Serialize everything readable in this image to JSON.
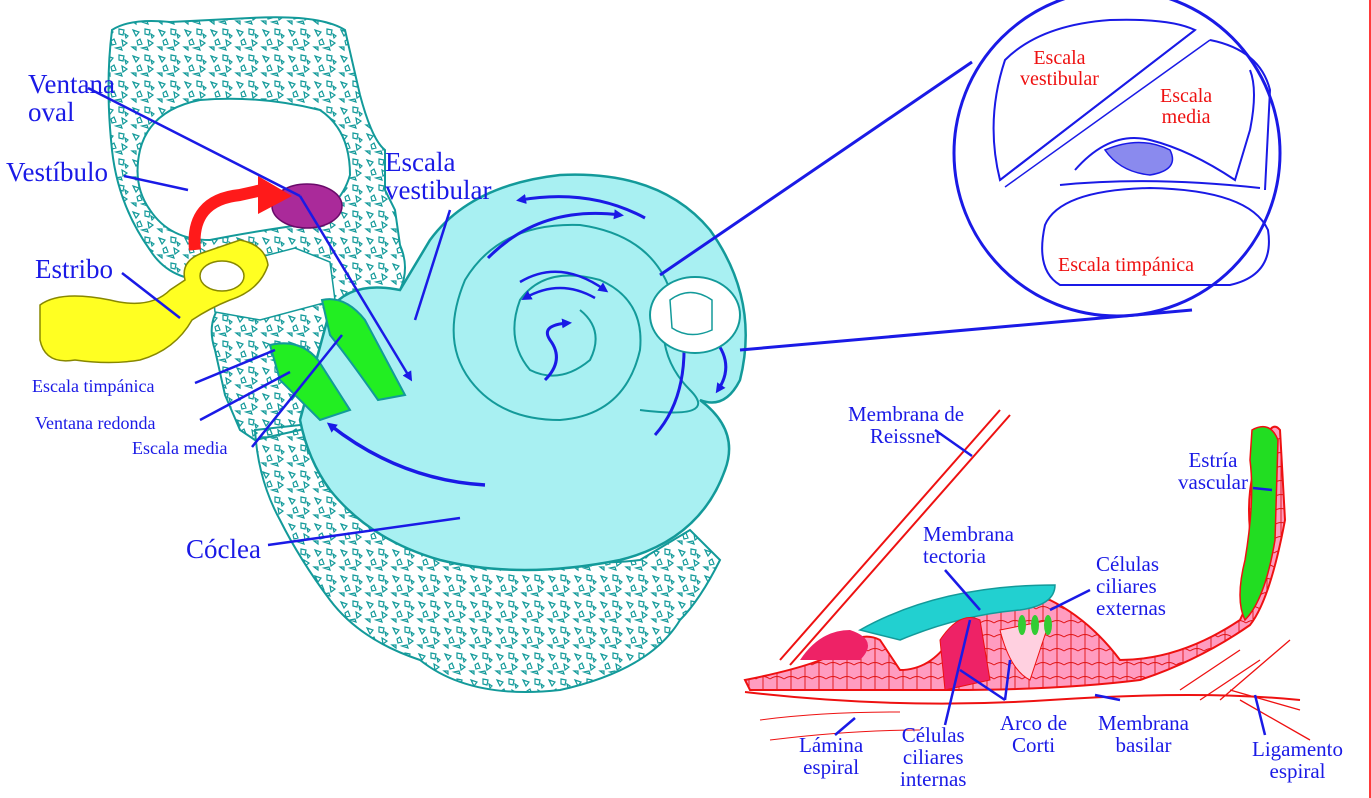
{
  "colors": {
    "label_blue": "#1a1ae6",
    "label_red": "#ee1111",
    "cochlea_fill": "#a8f0f2",
    "outline_teal": "#139a9a",
    "escala_media_green": "#22ee22",
    "stapes_yellow": "#ffff22",
    "oval_window_purple": "#aa2a9a",
    "arrow_red": "#ff1a1a",
    "organ_red": "#ee1111",
    "organ_pink": "#ff8fb8"
  },
  "left_diagram": {
    "ventana_oval": [
      "Ventana",
      "oval"
    ],
    "vestibulo": "Vestíbulo",
    "estribo": "Estribo",
    "escala_vestibular": [
      "Escala",
      "vestibular"
    ],
    "escala_timpanica": "Escala timpánica",
    "ventana_redonda": "Ventana redonda",
    "escala_media": "Escala media",
    "coclea": "Cóclea"
  },
  "cross_section": {
    "escala_vestibular": [
      "Escala",
      "vestibular"
    ],
    "escala_media": [
      "Escala",
      "media"
    ],
    "escala_timpanica": "Escala timpánica"
  },
  "organ_of_corti": {
    "membrana_reissner": [
      "Membrana de",
      "Reissner"
    ],
    "membrana_tectoria": [
      "Membrana",
      "tectoria"
    ],
    "celulas_ciliares_externas": [
      "Células",
      "ciliares",
      "externas"
    ],
    "estria_vascular": [
      "Estría",
      "vascular"
    ],
    "lamina_espiral": [
      "Lámina",
      "espiral"
    ],
    "celulas_ciliares_internas": [
      "Células",
      "ciliares",
      "internas"
    ],
    "arco_corti": [
      "Arco de",
      "Corti"
    ],
    "membrana_basilar": [
      "Membrana",
      "basilar"
    ],
    "ligamento_espiral": [
      "Ligamento",
      "espiral"
    ]
  }
}
